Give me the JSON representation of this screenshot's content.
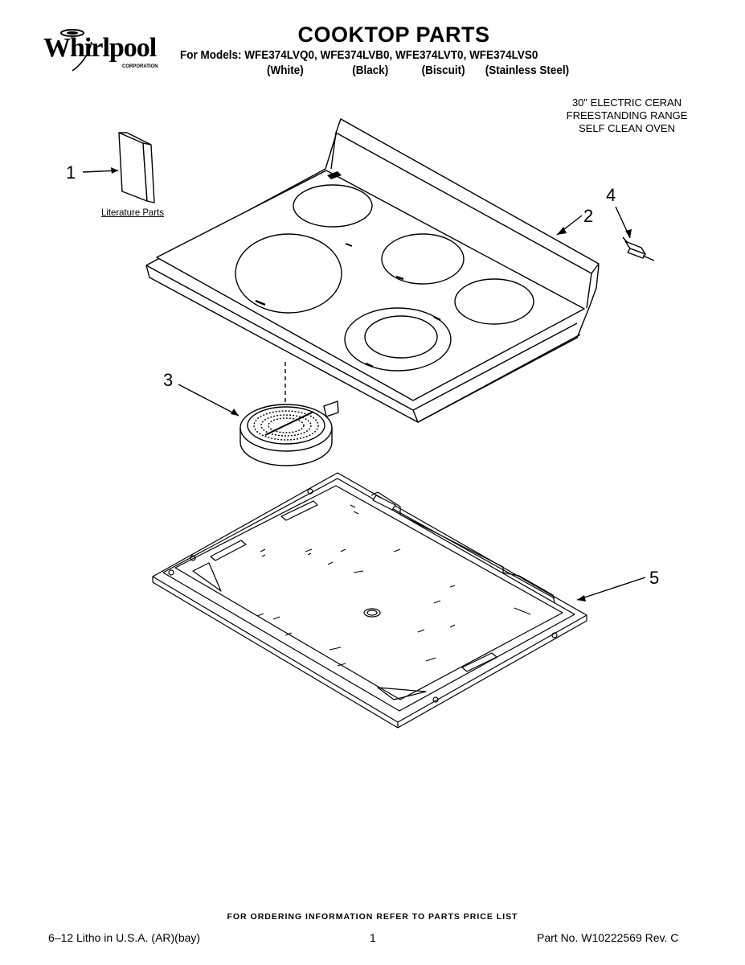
{
  "logo": {
    "brand": "Whirlpool",
    "subtext": "CORPORATION"
  },
  "header": {
    "title": "COOKTOP PARTS",
    "models_line": "For Models: WFE374LVQ0, WFE374LVB0, WFE374LVT0, WFE374LVS0",
    "colors": [
      "(White)",
      "(Black)",
      "(Biscuit)",
      "(Stainless Steel)"
    ]
  },
  "description": [
    "30\" ELECTRIC CERAN",
    "FREESTANDING RANGE",
    "SELF CLEAN OVEN"
  ],
  "callouts": {
    "c1": "1",
    "c2": "2",
    "c3": "3",
    "c4": "4",
    "c5": "5"
  },
  "literature_label": "Literature Parts",
  "footer": {
    "ordering_note": "FOR ORDERING INFORMATION REFER TO PARTS PRICE LIST",
    "litho": "6‒12 Litho in U.S.A. (AR)(bay)",
    "page": "1",
    "part_no": "Part No. W10222569 Rev. C"
  }
}
